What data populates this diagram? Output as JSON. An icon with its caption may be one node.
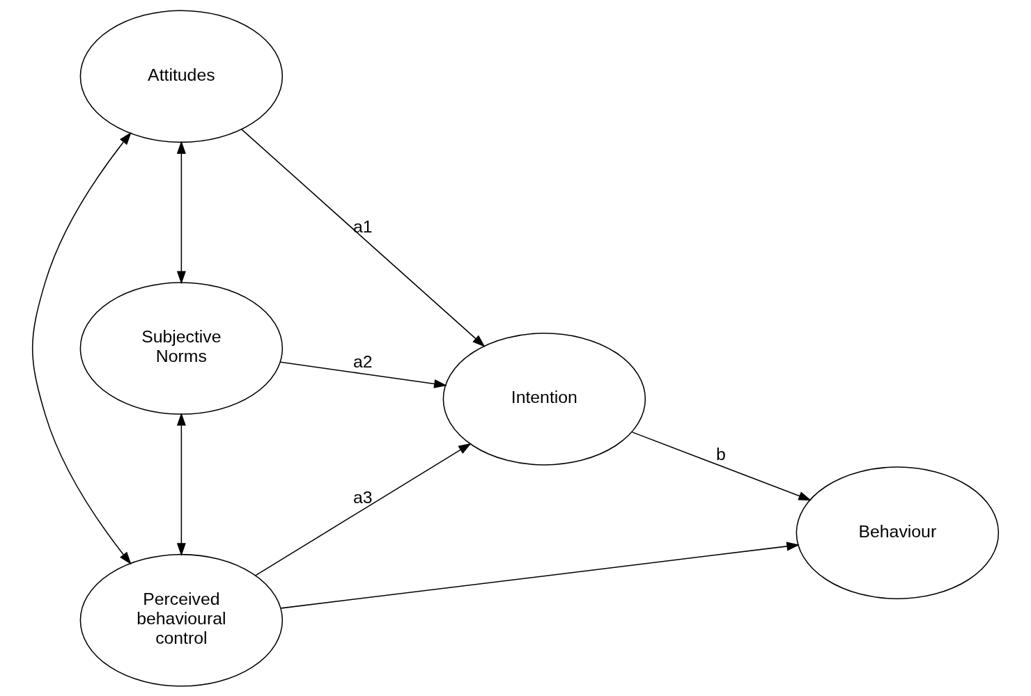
{
  "diagram": {
    "nodes": [
      {
        "text": [
          "Attitudes"
        ]
      },
      {
        "text": [
          "Subjective Norms"
        ]
      },
      {
        "text": [
          "Perceived behavioural control"
        ]
      },
      {
        "text": [
          "Intention"
        ]
      },
      {
        "text": [
          "Behaviour"
        ]
      }
    ],
    "edges": [
      {
        "from": 0,
        "to": 3,
        "arrow": "to",
        "label": "a1"
      },
      {
        "from": 1,
        "to": 3,
        "arrow": "to",
        "label": "a2"
      },
      {
        "from": 2,
        "to": 3,
        "arrow": "to",
        "label": "a3"
      },
      {
        "from": 3,
        "to": 4,
        "arrow": "to",
        "label": "b"
      },
      {
        "from": 2,
        "to": 4,
        "arrow": "to"
      },
      {
        "from": 0,
        "to": 1,
        "arrow": "both"
      },
      {
        "from": 1,
        "to": 2,
        "arrow": "both"
      },
      {
        "from": 0,
        "to": 2,
        "arrow": "both"
      }
    ]
  }
}
